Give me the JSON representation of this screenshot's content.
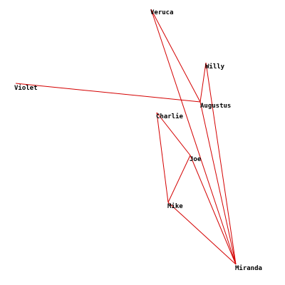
{
  "graph": {
    "nodes": [
      {
        "id": "veruca",
        "label": "Veruca"
      },
      {
        "id": "willy",
        "label": "Willy"
      },
      {
        "id": "violet",
        "label": "Violet"
      },
      {
        "id": "augustus",
        "label": "Augustus"
      },
      {
        "id": "charlie",
        "label": "Charlie"
      },
      {
        "id": "joe",
        "label": "Joe"
      },
      {
        "id": "mike",
        "label": "Mike"
      },
      {
        "id": "miranda",
        "label": "Miranda"
      }
    ],
    "edges": [
      {
        "source": "veruca",
        "target": "augustus"
      },
      {
        "source": "veruca",
        "target": "miranda"
      },
      {
        "source": "willy",
        "target": "augustus"
      },
      {
        "source": "willy",
        "target": "miranda"
      },
      {
        "source": "violet",
        "target": "augustus"
      },
      {
        "source": "augustus",
        "target": "miranda"
      },
      {
        "source": "charlie",
        "target": "joe"
      },
      {
        "source": "charlie",
        "target": "mike"
      },
      {
        "source": "joe",
        "target": "mike"
      },
      {
        "source": "joe",
        "target": "miranda"
      },
      {
        "source": "mike",
        "target": "miranda"
      }
    ],
    "edge_color": "#d40000",
    "label_color": "#000000"
  }
}
